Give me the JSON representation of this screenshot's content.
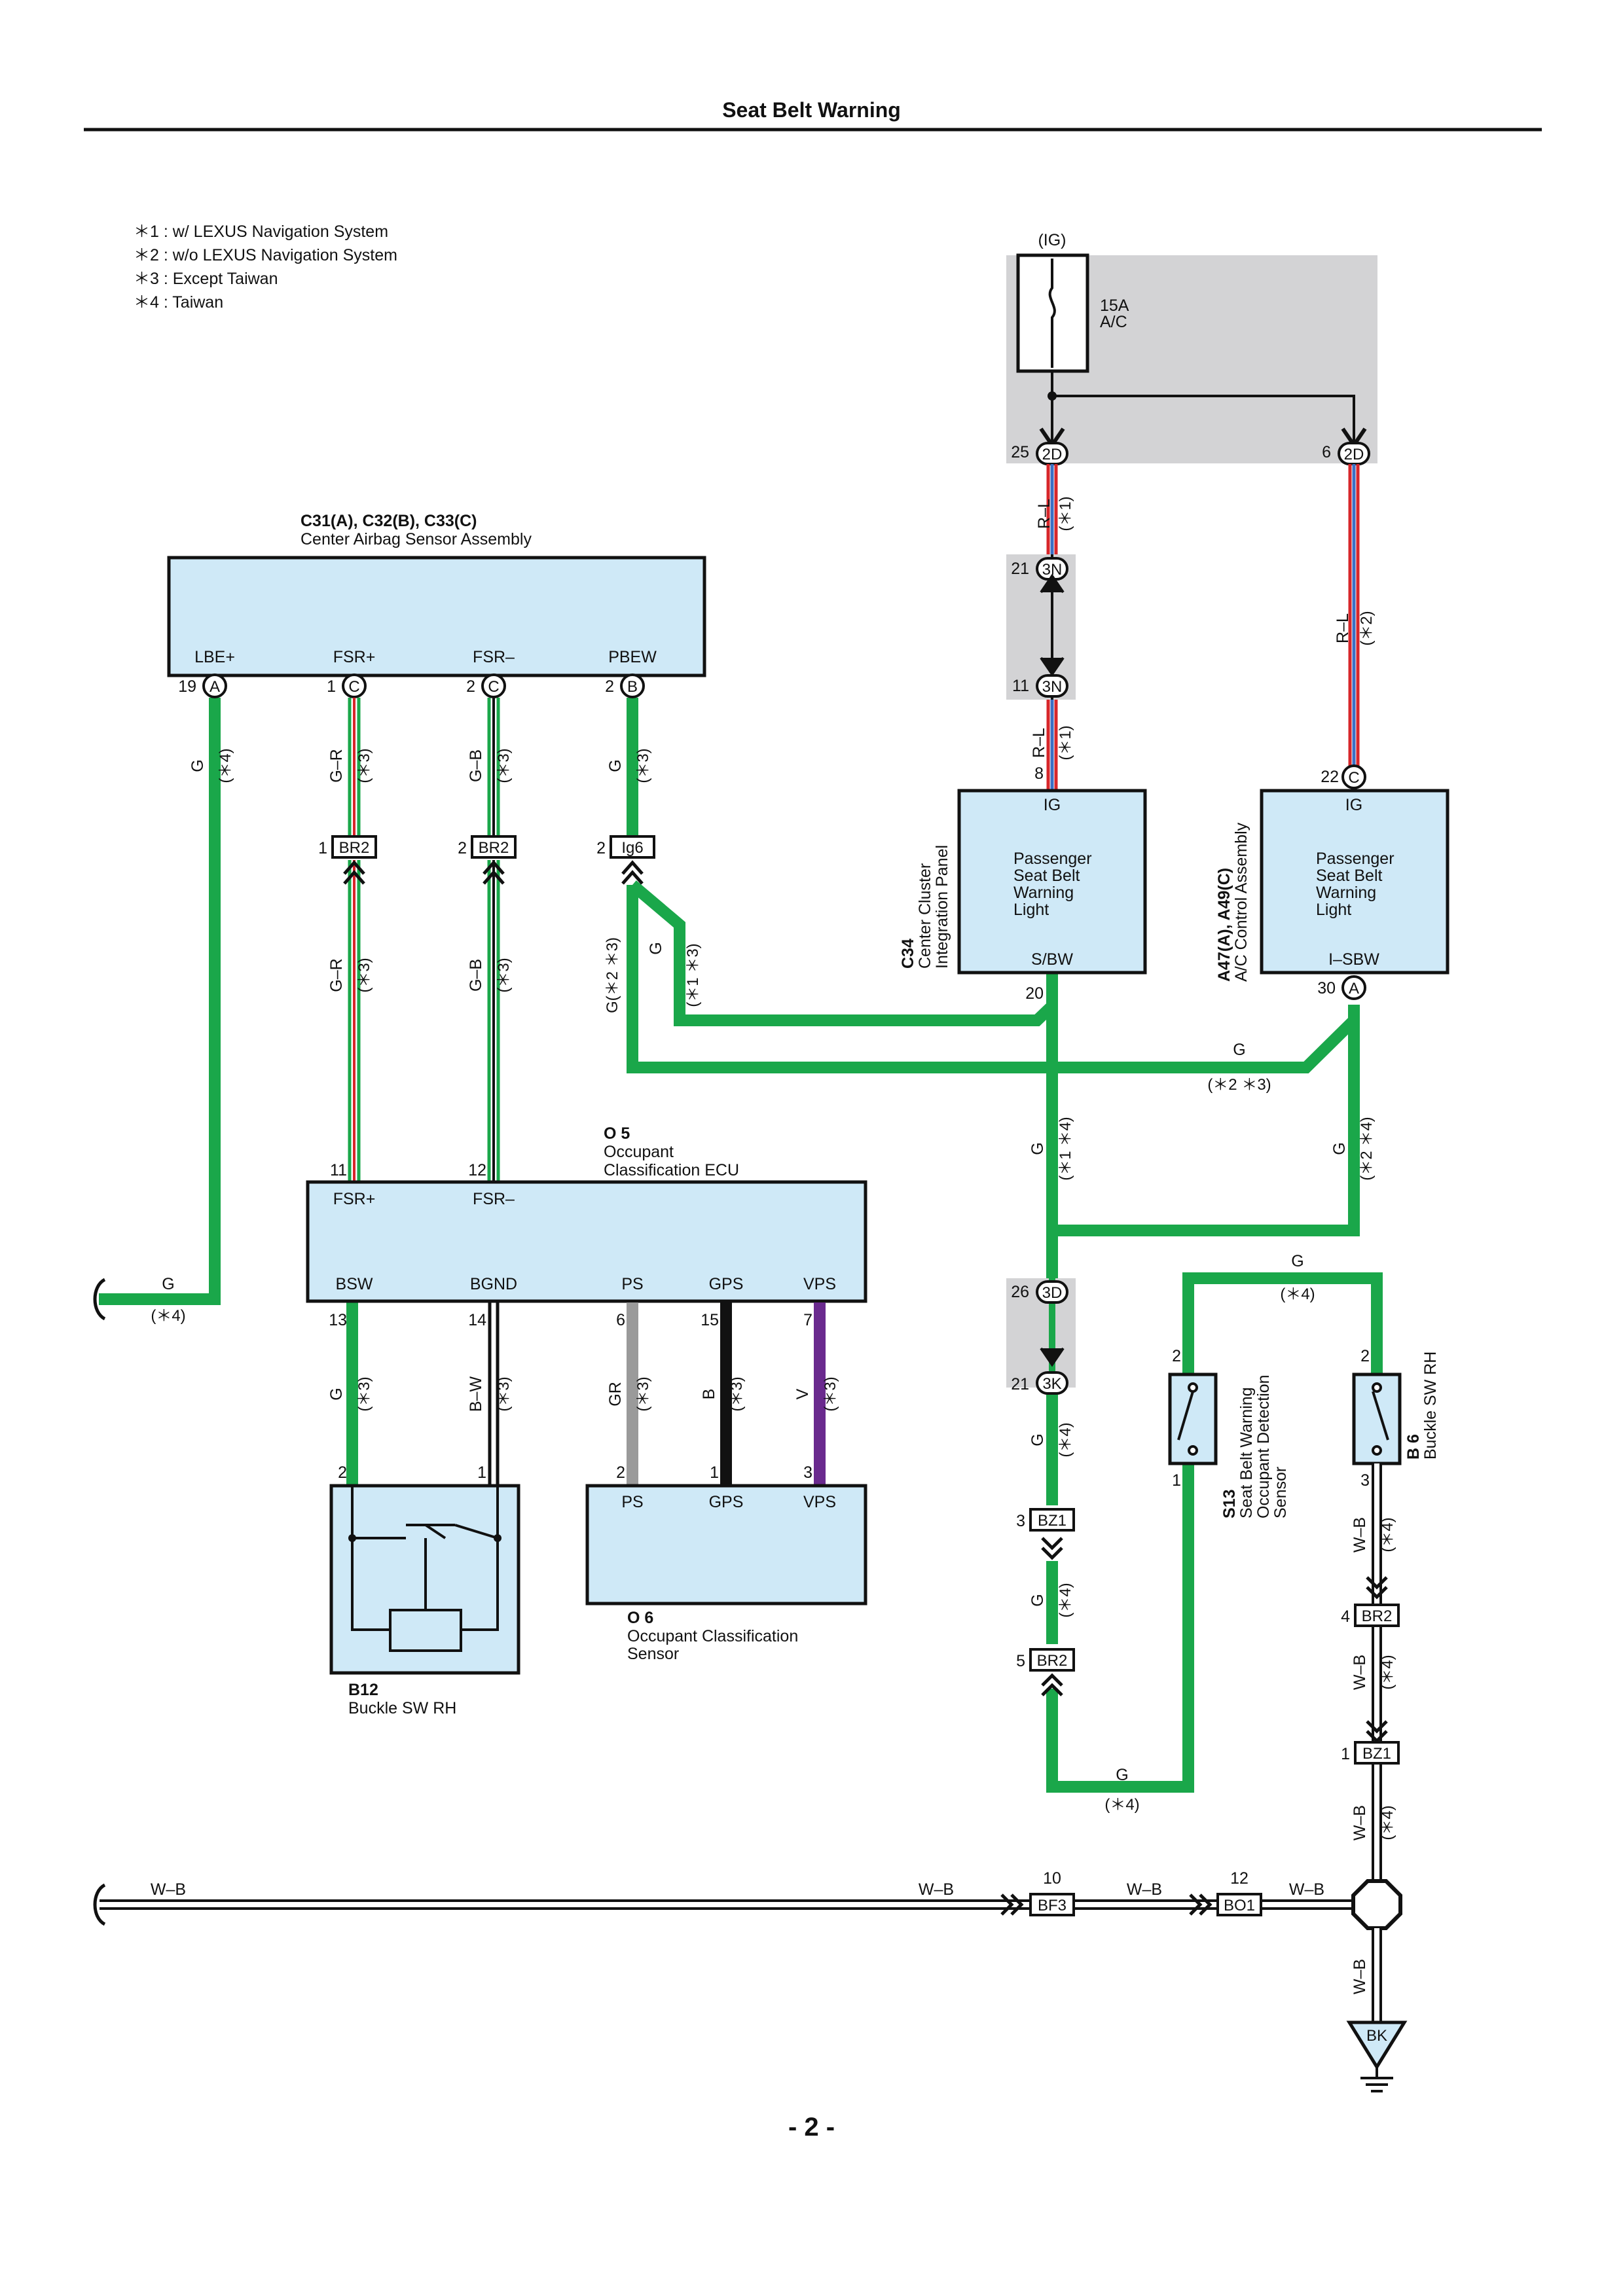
{
  "title": "Seat Belt Warning",
  "page_number": "- 2 -",
  "notes": [
    "＊1 : w/ LEXUS Navigation System",
    "＊2 : w/o LEXUS Navigation System",
    "＊3 : Except Taiwan",
    "＊4 : Taiwan"
  ],
  "colors": {
    "green_wire": "#1aa74a",
    "component_fill": "#cfe9f7",
    "relay_box_fill": "#d3d3d5",
    "red_wire": "#d7262a",
    "blue_wire": "#3a6fc4",
    "gray_wire": "#9a9a9a",
    "black_wire": "#111111",
    "purple_wire": "#6a2a8e"
  },
  "fuse": {
    "supply": "(IG)",
    "rating": "15A",
    "name": "A/C",
    "pin_left": "25",
    "pin_right": "6",
    "connector": "2D"
  },
  "airbag": {
    "ids": "C31(A), C32(B), C33(C)",
    "name": "Center Airbag Sensor Assembly",
    "terminals": [
      "LBE+",
      "FSR+",
      "FSR–",
      "PBEW"
    ],
    "pins": [
      "19",
      "1",
      "2",
      "2"
    ],
    "connectors": [
      "A",
      "C",
      "C",
      "B"
    ]
  },
  "wire_labels": {
    "g": "G",
    "gr_rd": "G–R",
    "gb": "G–B",
    "rl": "R–L",
    "bw": "B–W",
    "gr": "GR",
    "b": "B",
    "v": "V",
    "wb": "W–B",
    "n1": "(＊1)",
    "n2": "(＊2)",
    "n3": "(＊3)",
    "n4": "(＊4)",
    "n14": "(＊1 ＊4)",
    "n13": "(＊1 ＊3)",
    "n23": "(＊2 ＊3)",
    "n24": "(＊2 ＊4)",
    "g23": "G(＊2 ＊3)"
  },
  "junctions": {
    "br2": "BR2",
    "ig6": "Ig6",
    "bz1": "BZ1",
    "bf3": "BF3",
    "bo1": "BO1",
    "c3n": "3N",
    "c3d": "3D",
    "c3k": "3K",
    "bk": "BK",
    "pin_21": "21",
    "pin_11": "11",
    "pin_8": "8",
    "pin_22": "22",
    "pin_26": "26",
    "pin_3": "3",
    "pin_5": "5",
    "pin_4": "4",
    "pin_1": "1",
    "pin_2": "2",
    "pin_10": "10",
    "pin_12": "12",
    "pin_20": "20",
    "pin_30": "30",
    "pin_13": "13",
    "pin_14": "14",
    "pin_6": "6",
    "pin_15": "15",
    "pin_7": "7",
    "pin_11b": "11",
    "pin_12b": "12",
    "conn_a": "A",
    "conn_c": "C"
  },
  "cluster": {
    "id": "C34",
    "name_line1": "Center Cluster",
    "name_line2": "Integration Panel",
    "top": "IG",
    "body": [
      "Passenger",
      "Seat Belt",
      "Warning",
      "Light"
    ],
    "bottom": "S/BW"
  },
  "ac_control": {
    "id": "A47(A), A49(C)",
    "name": "A/C Control Assembly",
    "top": "IG",
    "body": [
      "Passenger",
      "Seat Belt",
      "Warning",
      "Light"
    ],
    "bottom": "I–SBW"
  },
  "ecu": {
    "id": "O 5",
    "name_line1": "Occupant",
    "name_line2": "Classification ECU",
    "top": [
      "FSR+",
      "FSR–"
    ],
    "bottom": [
      "BSW",
      "BGND",
      "PS",
      "GPS",
      "VPS"
    ]
  },
  "buckle_left": {
    "id": "B12",
    "name": "Buckle SW RH"
  },
  "occ_sensor": {
    "id": "O 6",
    "name_line1": "Occupant Classification",
    "name_line2": "Sensor",
    "terminals": [
      "PS",
      "GPS",
      "VPS"
    ]
  },
  "s13": {
    "id": "S13",
    "name_line1": "Seat Belt Warning",
    "name_line2": "Occupant Detection",
    "name_line3": "Sensor"
  },
  "b6": {
    "id": "B 6",
    "name": "Buckle SW RH"
  }
}
